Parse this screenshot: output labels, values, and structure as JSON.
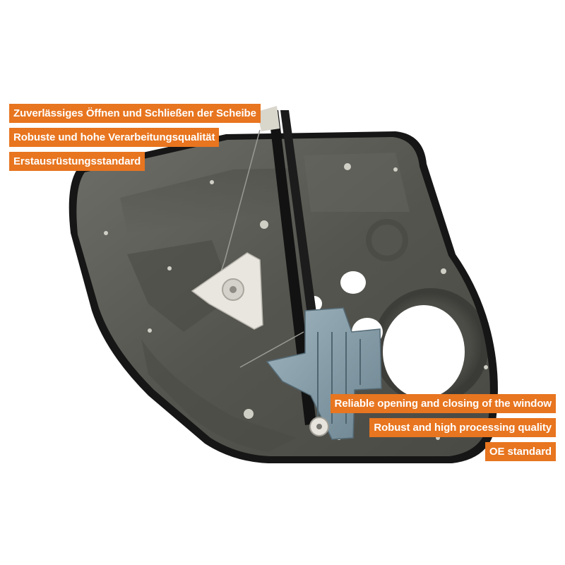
{
  "image": {
    "subject": "door-panel-with-window-regulator",
    "accent_color": "#e8751f",
    "panel_color": "#5b5b55",
    "seal_color": "#161616",
    "bracket_color": "#7e96a3",
    "background_color": "#ffffff"
  },
  "features_de": [
    {
      "label": "Zuverlässiges Öffnen und Schließen der Scheibe"
    },
    {
      "label": "Robuste und hohe Verarbeitungsqualität"
    },
    {
      "label": "Erstausrüstungsstandard"
    }
  ],
  "features_en": [
    {
      "label": "Reliable opening and closing of the window"
    },
    {
      "label": "Robust and high processing quality"
    },
    {
      "label": "OE standard"
    }
  ]
}
